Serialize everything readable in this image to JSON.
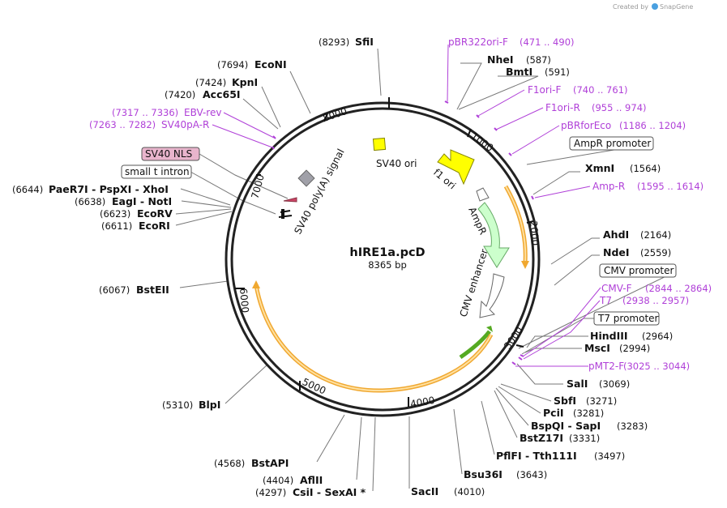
{
  "credit": {
    "prefix": "Created by",
    "brand": "SnapGene"
  },
  "plasmid": {
    "name": "hIRE1a.pcD",
    "length": "8365 bp"
  },
  "ticks": [
    "1000",
    "2000",
    "3000",
    "4000",
    "5000",
    "6000",
    "7000",
    "8000"
  ],
  "sites": [
    {
      "name": "SfiI",
      "pos": "(8293)"
    },
    {
      "name": "EcoNI",
      "pos": "(7694)"
    },
    {
      "name": "KpnI",
      "pos": "(7424)"
    },
    {
      "name": "Acc65I",
      "pos": "(7420)"
    },
    {
      "name": "NheI",
      "pos": "(587)"
    },
    {
      "name": "BmtI",
      "pos": "(591)"
    },
    {
      "name": "XmnI",
      "pos": "(1564)"
    },
    {
      "name": "AhdI",
      "pos": "(2164)"
    },
    {
      "name": "NdeI",
      "pos": "(2559)"
    },
    {
      "name": "HindIII",
      "pos": "(2964)"
    },
    {
      "name": "MscI",
      "pos": "(2994)"
    },
    {
      "name": "SalI",
      "pos": "(3069)"
    },
    {
      "name": "SbfI",
      "pos": "(3271)"
    },
    {
      "name": "PciI",
      "pos": "(3281)"
    },
    {
      "name": "BspQI - SapI",
      "pos": "(3283)"
    },
    {
      "name": "BstZ17I",
      "pos": "(3331)"
    },
    {
      "name": "PflFI - Tth111I",
      "pos": "(3497)"
    },
    {
      "name": "Bsu36I",
      "pos": "(3643)"
    },
    {
      "name": "SacII",
      "pos": "(4010)"
    },
    {
      "name": "CsiI - SexAI *",
      "pos": "(4297)"
    },
    {
      "name": "AflII",
      "pos": "(4404)"
    },
    {
      "name": "BstAPI",
      "pos": "(4568)"
    },
    {
      "name": "BlpI",
      "pos": "(5310)"
    },
    {
      "name": "BstEII",
      "pos": "(6067)"
    },
    {
      "name": "EcoRI",
      "pos": "(6611)"
    },
    {
      "name": "EcoRV",
      "pos": "(6623)"
    },
    {
      "name": "EagI - NotI",
      "pos": "(6638)"
    },
    {
      "name": "PaeR7I - PspXI - XhoI",
      "pos": "(6644)"
    }
  ],
  "primers": [
    {
      "name": "pBR322ori-F",
      "range": "(471 .. 490)"
    },
    {
      "name": "F1ori-F",
      "range": "(740 .. 761)"
    },
    {
      "name": "F1ori-R",
      "range": "(955 .. 974)"
    },
    {
      "name": "pBRforEco",
      "range": "(1186 .. 1204)"
    },
    {
      "name": "Amp-R",
      "range": "(1595 .. 1614)"
    },
    {
      "name": "CMV-F",
      "range": "(2844 .. 2864)"
    },
    {
      "name": "T7",
      "range": "(2938 .. 2957)"
    },
    {
      "name": "pMT2-F",
      "range": "(3025 .. 3044)"
    },
    {
      "name": "EBV-rev",
      "range": "(7317 .. 7336)"
    },
    {
      "name": "SV40pA-R",
      "range": "(7263 .. 7282)"
    }
  ],
  "boxed_features": {
    "ampr_promoter": "AmpR promoter",
    "cmv_promoter": "CMV promoter",
    "t7_promoter": "T7 promoter",
    "sv40_nls": "SV40 NLS",
    "small_t_intron": "small t intron"
  },
  "features": {
    "sv40_ori": "SV40 ori",
    "f1_ori": "f1 ori",
    "ampr": "AmpR",
    "cmv_enhancer": "CMV enhancer",
    "sv40_polya": "SV40 poly(A) signal"
  },
  "colors": {
    "backbone": "#222222",
    "primer": "#b040d8",
    "f1_ori": "#ffff00",
    "ampr": "#ccffcc",
    "orf_outline": "#f0a830",
    "sv40_nls": "#e8b4cc",
    "sv40_ori": "#ffff00",
    "polya": "#a0a0a8"
  }
}
